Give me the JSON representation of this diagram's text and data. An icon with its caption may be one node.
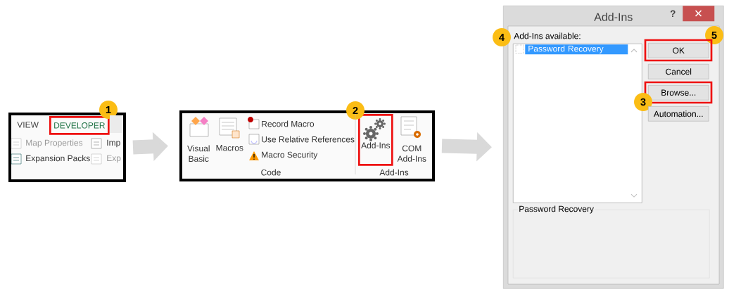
{
  "diagram": {
    "nodes": [
      {
        "text": [],
        "shape": "box"
      },
      {
        "text": [
          "VIEW"
        ],
        "in": 0
      },
      {
        "text": [
          "DEVELOPER"
        ],
        "in": 0
      },
      {
        "text": [
          "Map Properties"
        ],
        "in": 0
      },
      {
        "text": [
          "Imp"
        ],
        "in": 0
      },
      {
        "text": [
          "Expansion Packs"
        ],
        "in": 0
      },
      {
        "text": [
          "Exp"
        ],
        "in": 0
      },
      {
        "text": [
          "1"
        ]
      },
      {
        "text": [],
        "shape": "box"
      },
      {
        "text": [
          "Visual Basic"
        ],
        "in": 8
      },
      {
        "text": [
          "Macros"
        ],
        "in": 8
      },
      {
        "text": [
          "Record Macro"
        ],
        "in": 8
      },
      {
        "text": [
          "Use Relative References"
        ],
        "in": 8
      },
      {
        "text": [
          "Macro Security"
        ],
        "in": 8
      },
      {
        "text": [
          "Add-Ins"
        ],
        "in": 8
      },
      {
        "text": [
          "COM Add-Ins"
        ],
        "in": 8
      },
      {
        "text": [
          "2"
        ]
      },
      {
        "text": [
          "Add-Ins"
        ]
      },
      {
        "text": [
          "?"
        ],
        "in": 17
      },
      {
        "text": [],
        "shape": "box",
        "in": 17
      },
      {
        "text": [
          "4"
        ]
      },
      {
        "text": [],
        "shape": "box",
        "in": 17
      },
      {
        "text": [
          "Password Recovery"
        ],
        "in": 21
      },
      {
        "text": [
          "5"
        ],
        "in": 17
      },
      {
        "text": [
          "OK"
        ],
        "in": 17
      },
      {
        "text": [
          "Cancel"
        ],
        "in": 17
      },
      {
        "text": [
          "Browse..."
        ],
        "in": 17
      },
      {
        "text": [
          "3"
        ],
        "in": 17
      },
      {
        "text": [
          "Automation..."
        ],
        "in": 17
      },
      {
        "text": [
          "Password Recovery"
        ],
        "in": 17
      }
    ],
    "edges": [
      {
        "from": 0,
        "to": 8,
        "arrow": "to"
      },
      {
        "from": 8,
        "to": 17,
        "arrow": "to"
      }
    ],
    "labels": [
      "Code",
      "Add-Ins",
      "Add-Ins available:"
    ]
  }
}
